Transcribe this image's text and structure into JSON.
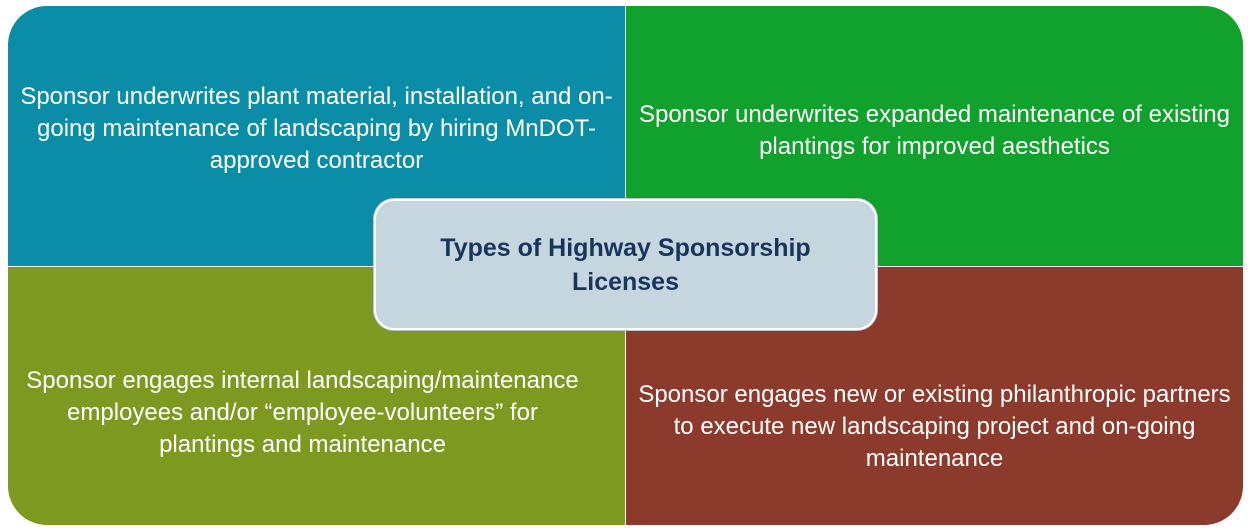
{
  "diagram": {
    "center": {
      "title": "Types of Highway Sponsorship Licenses"
    },
    "quadrants": {
      "top_left": "Sponsor underwrites plant material, installation, and on-going maintenance of landscaping by hiring MnDOT-approved contractor",
      "top_right": "Sponsor underwrites expanded maintenance of existing plantings for improved aesthetics",
      "bottom_left": "Sponsor engages internal landscaping/maintenance employees and/or “employee-volunteers” for plantings and maintenance",
      "bottom_right": "Sponsor engages new or existing philanthropic partners to execute new landscaping project and on-going maintenance"
    },
    "colors": {
      "top_left": "#0B8DA8",
      "top_right": "#11A22E",
      "bottom_left": "#7E991F",
      "bottom_right": "#8C3A2B",
      "center_fill": "#C6D6DE",
      "center_text": "#17365D",
      "quadrant_text": "#FFFFFF"
    }
  }
}
